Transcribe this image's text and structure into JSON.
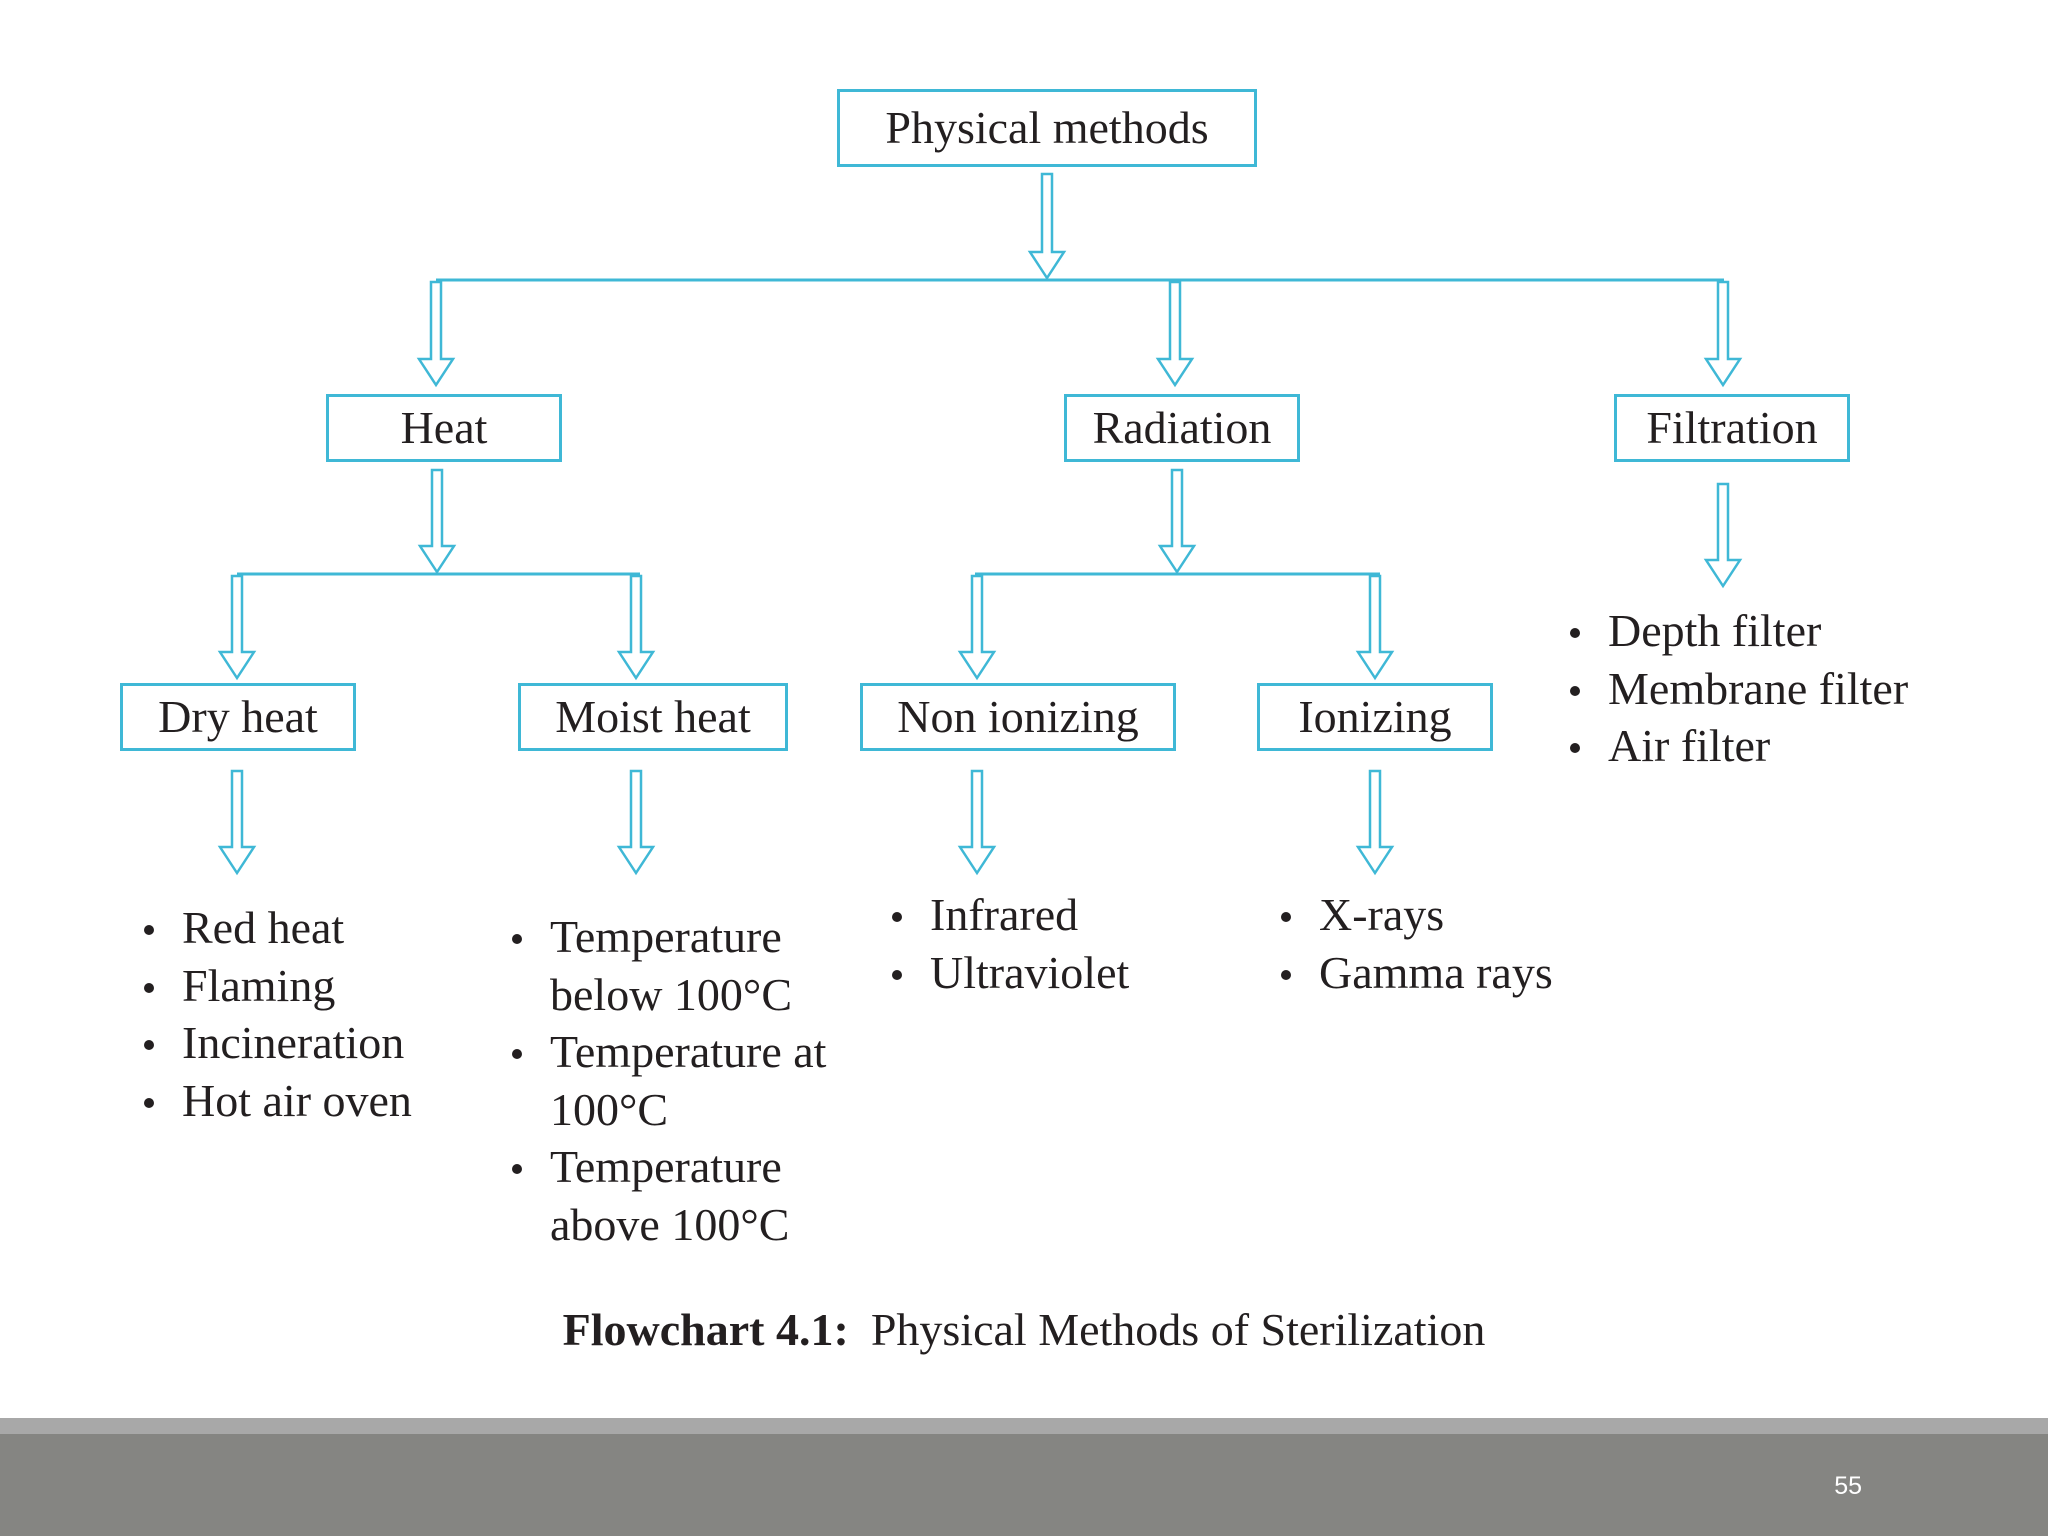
{
  "flowchart": {
    "root": "Physical methods",
    "categories": {
      "heat": "Heat",
      "radiation": "Radiation",
      "filtration": "Filtration"
    },
    "subcategories": {
      "dry_heat": "Dry heat",
      "moist_heat": "Moist heat",
      "non_ionizing": "Non ionizing",
      "ionizing": "Ionizing"
    },
    "lists": {
      "dry_heat": [
        "Red heat",
        "Flaming",
        "Incineration",
        "Hot air oven"
      ],
      "moist_heat": [
        "Temperature below 100°C",
        "Temperature at 100°C",
        "Temperature above 100°C"
      ],
      "non_ionizing": [
        "Infrared",
        "Ultraviolet"
      ],
      "ionizing": [
        "X-rays",
        "Gamma rays"
      ],
      "filtration": [
        "Depth filter",
        "Membrane filter",
        "Air filter"
      ]
    }
  },
  "caption": {
    "label": "Flowchart 4.1:",
    "text": "Physical Methods of Sterilization"
  },
  "footer": {
    "page_number": "55"
  },
  "colors": {
    "connector": "#3fb8d6",
    "footer_bar": "#858582"
  }
}
